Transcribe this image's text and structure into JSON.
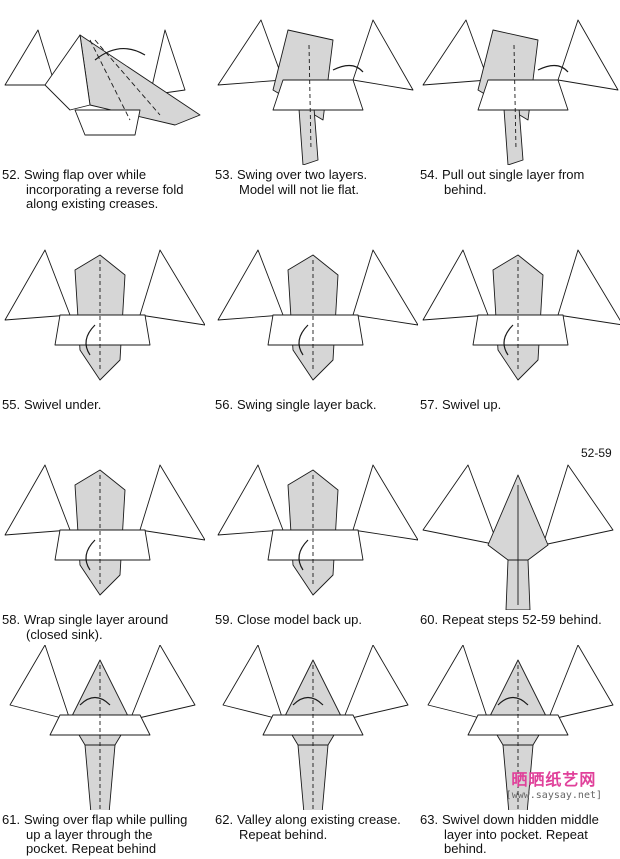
{
  "steps": [
    {
      "num": "52.",
      "lines": [
        "Swing flap over while",
        "incorporating a reverse fold",
        "along existing creases."
      ]
    },
    {
      "num": "53.",
      "lines": [
        "Swing over two layers.",
        "Model will not lie flat."
      ]
    },
    {
      "num": "54.",
      "lines": [
        "Pull out single layer from",
        "behind."
      ]
    },
    {
      "num": "55.",
      "lines": [
        "Swivel under."
      ]
    },
    {
      "num": "56.",
      "lines": [
        "Swing single layer back."
      ]
    },
    {
      "num": "57.",
      "lines": [
        "Swivel up."
      ]
    },
    {
      "num": "58.",
      "lines": [
        "Wrap single layer around",
        "(closed sink)."
      ]
    },
    {
      "num": "59.",
      "lines": [
        "Close model back up."
      ]
    },
    {
      "num": "60.",
      "lines": [
        "Repeat steps 52-59 behind."
      ]
    },
    {
      "num": "61.",
      "lines": [
        "Swing over flap while pulling",
        "up a layer through the",
        "pocket. Repeat behind"
      ]
    },
    {
      "num": "62.",
      "lines": [
        "Valley along existing crease.",
        "Repeat behind."
      ]
    },
    {
      "num": "63.",
      "lines": [
        "Swivel down hidden middle",
        "layer into pocket. Repeat",
        "behind."
      ]
    }
  ],
  "reference_label": "52-59",
  "watermark": {
    "title": "晒晒纸艺网",
    "url": "[www.saysay.net]"
  },
  "colors": {
    "fill": "#d6d6d6",
    "stroke": "#1a1a1a",
    "paper": "#ffffff"
  }
}
